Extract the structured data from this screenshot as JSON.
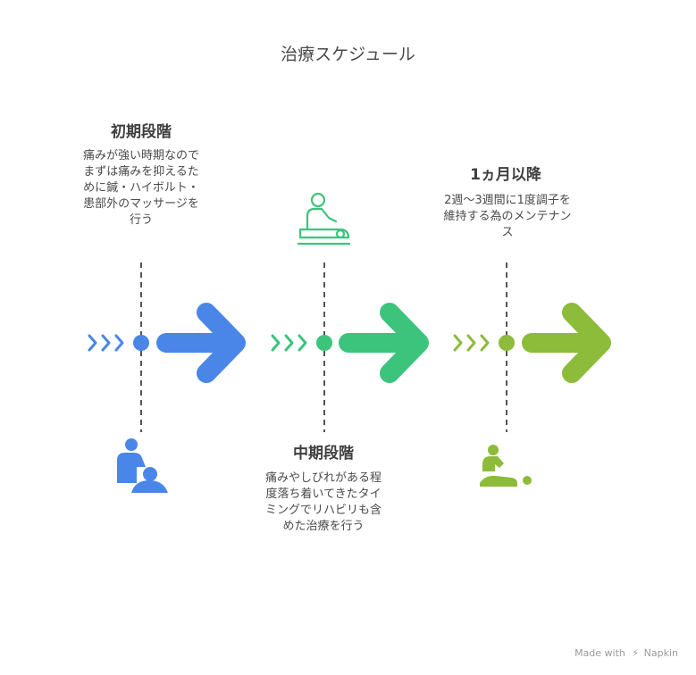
{
  "title": "治療スケジュール",
  "phases": [
    {
      "title": "初期段階",
      "description": "痛みが強い時期なのでまずは痛みを抑えるために鍼・ハイボルト・患部外のマッサージを行う",
      "color": "#4A86E8",
      "icon": "caregiver-patient-icon"
    },
    {
      "title": "中期段階",
      "description": "痛みやしびれがある程度落ち着いてきたタイミングでリハビリも含めた治療を行う",
      "color": "#3CC47C",
      "icon": "massage-therapy-icon"
    },
    {
      "title": "1ヵ月以降",
      "description": "2週〜3週間に1度調子を維持する為のメンテナンス",
      "color": "#8DBB3A",
      "icon": "maintenance-massage-icon"
    }
  ],
  "footer": {
    "made_with": "Made with",
    "brand": "Napkin"
  }
}
